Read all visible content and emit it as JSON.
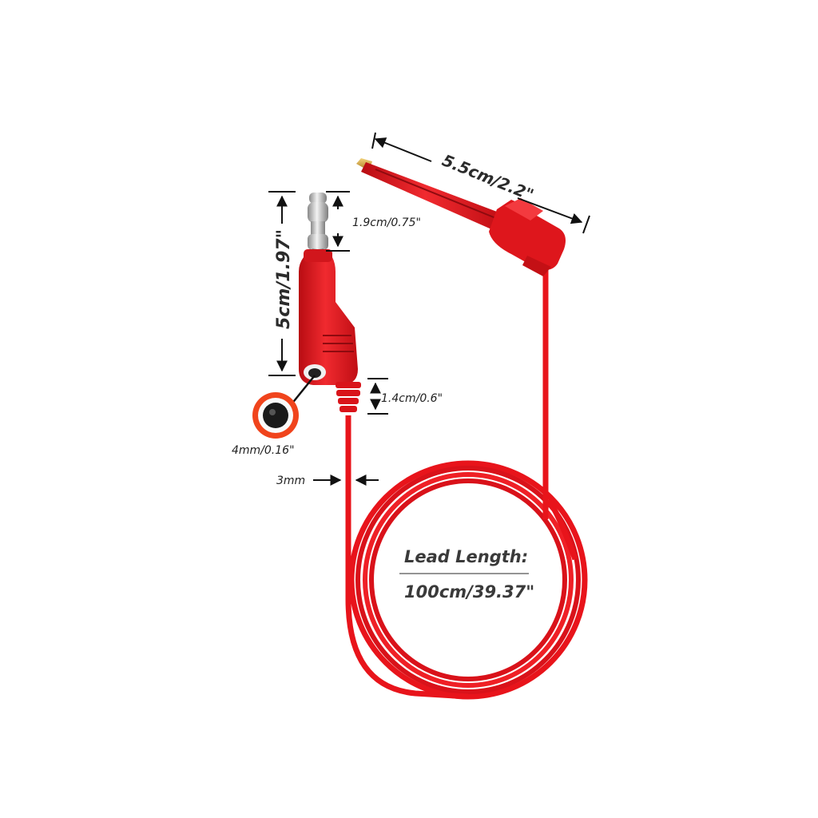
{
  "labels": {
    "clip_length": "5.5cm/2.2\"",
    "tip_length": "1.9cm/0.75\"",
    "plug_length": "5cm/1.97\"",
    "strain_relief_length": "1.4cm/0.6\"",
    "socket_diameter": "4mm/0.16\"",
    "wire_diameter": "3mm",
    "lead_title": "Lead Length:",
    "lead_value": "100cm/39.37\""
  },
  "colors": {
    "cable": "#e8141b",
    "cable_dark": "#b30d12",
    "metal": "#c9c9c9",
    "gold": "#d2a53a",
    "text": "#222222"
  },
  "icons": {
    "plug": "banana-plug-icon",
    "clip": "test-hook-clip-icon",
    "socket": "socket-end-icon"
  }
}
